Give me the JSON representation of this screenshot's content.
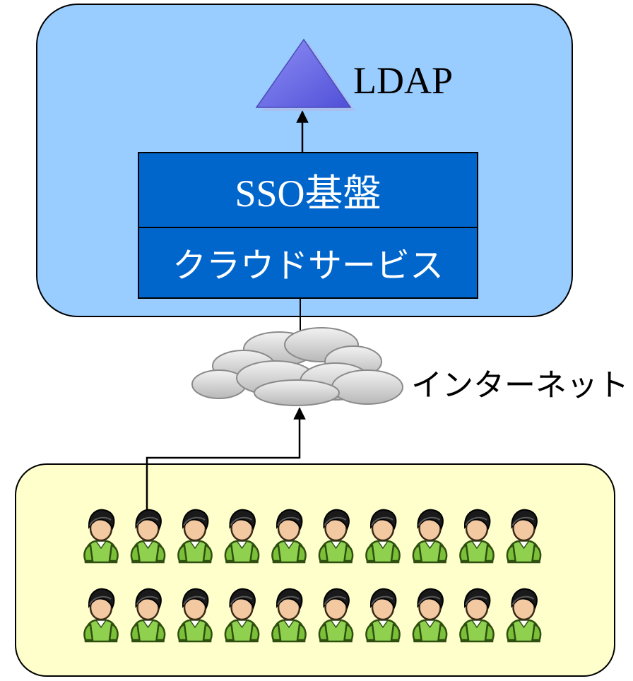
{
  "labels": {
    "ldap": "LDAP",
    "sso": "SSO基盤",
    "cloud_service": "クラウドサービス",
    "internet": "インターネット"
  },
  "users": {
    "rows": 2,
    "per_row": 10
  },
  "colors": {
    "server_panel": "#99ccff",
    "client_panel": "#ffffcc",
    "service_box": "#0066cc",
    "ldap_triangle": "#6b6be6",
    "cloud": "#d4d4d4",
    "user_shirt": "#8fd14f",
    "user_hair": "#1a1a1a",
    "user_skin": "#f2c9a0"
  },
  "icons": {
    "ldap": "triangle-icon",
    "internet": "cloud-icon",
    "user": "user-icon"
  }
}
